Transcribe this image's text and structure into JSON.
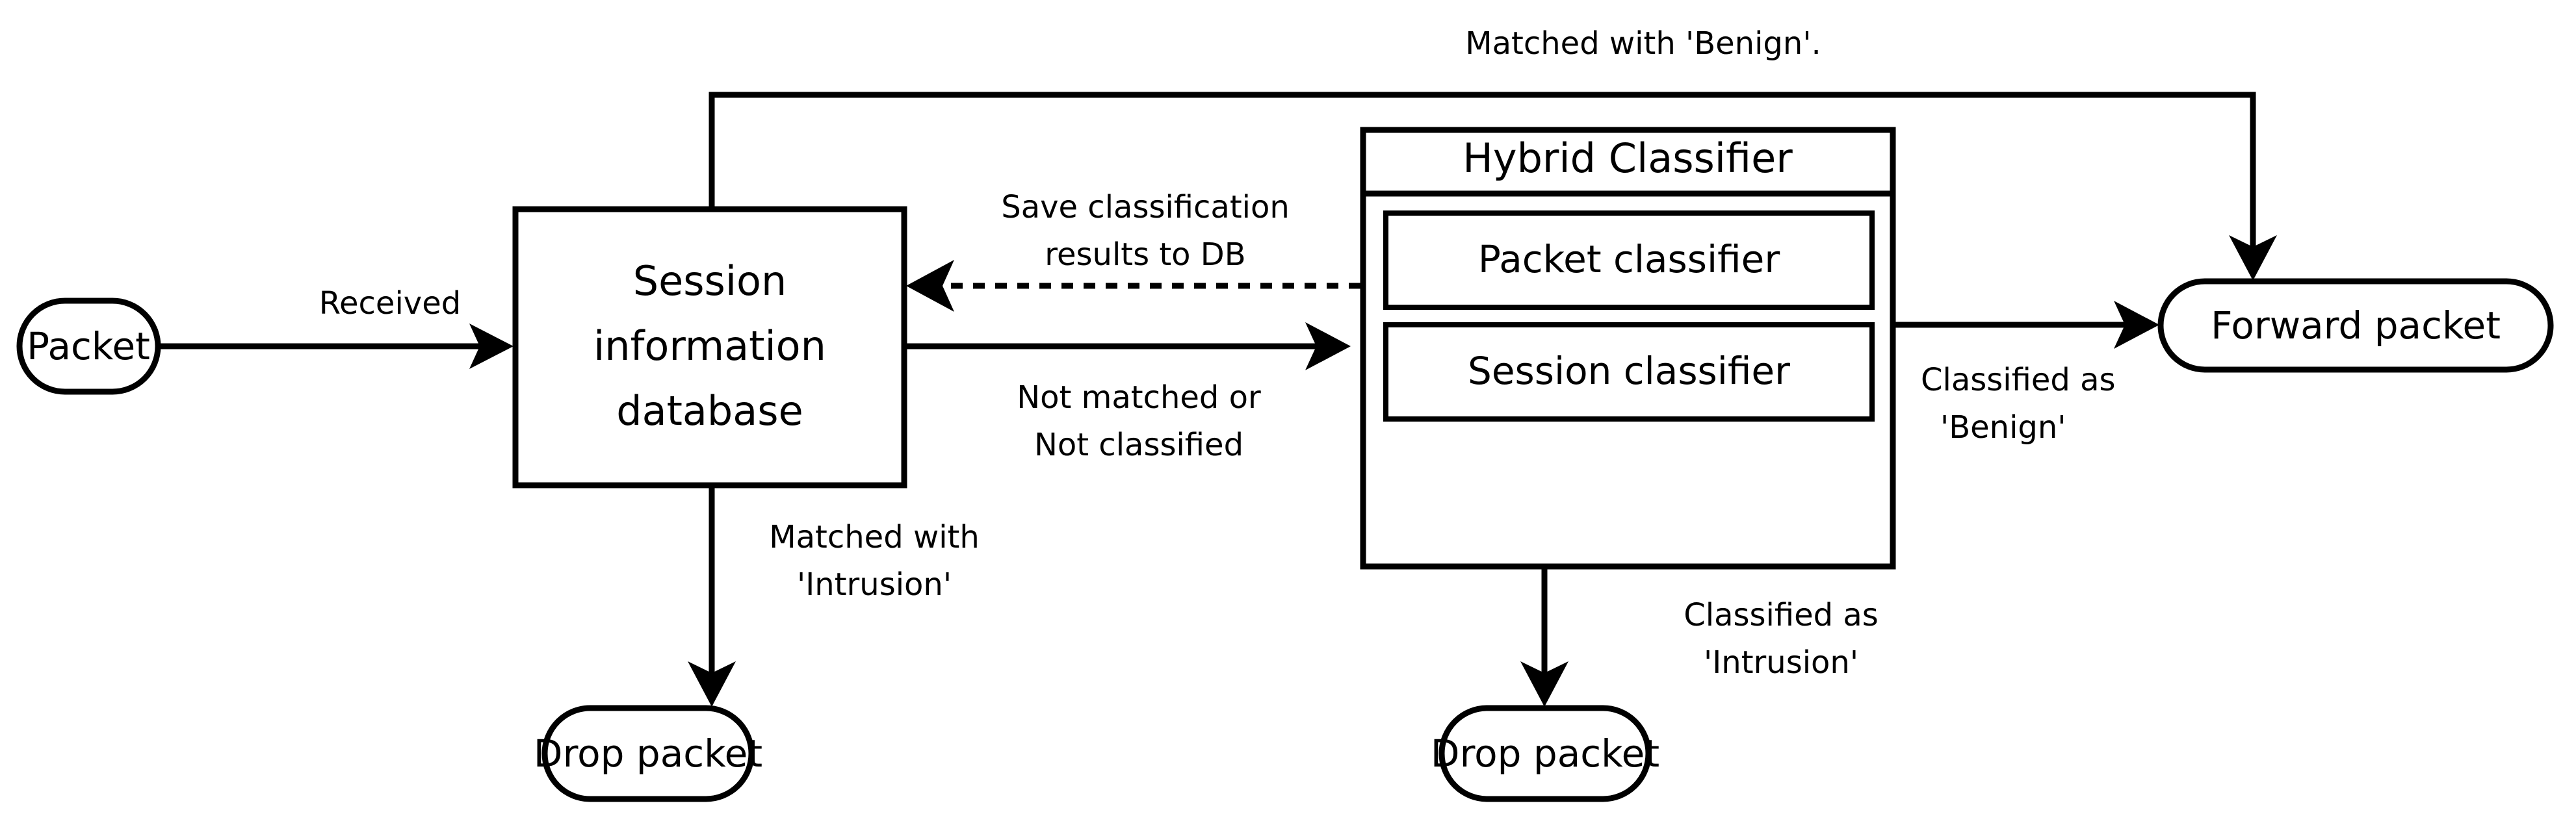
{
  "diagram": {
    "title": "Hybrid intrusion detection packet flow",
    "colors": {
      "stroke": "#000000",
      "background": "#ffffff",
      "text": "#000000"
    },
    "nodes": {
      "packet": {
        "label": "Packet",
        "shape": "stadium"
      },
      "session_db": {
        "label_line1": "Session",
        "label_line2": "information",
        "label_line3": "database",
        "shape": "rectangle"
      },
      "hybrid_classifier": {
        "title": "Hybrid Classifier",
        "shape": "rectangle-container",
        "children": {
          "packet_classifier": {
            "label": "Packet classifier",
            "shape": "rectangle"
          },
          "session_classifier": {
            "label": "Session classifier",
            "shape": "rectangle"
          }
        }
      },
      "drop_packet_left": {
        "label": "Drop packet",
        "shape": "stadium"
      },
      "drop_packet_center": {
        "label": "Drop packet",
        "shape": "stadium"
      },
      "forward_packet": {
        "label": "Forward packet",
        "shape": "stadium"
      }
    },
    "edges": [
      {
        "id": "packet-to-db",
        "from": "packet",
        "to": "session_db",
        "label_line1": "Received",
        "style": "solid",
        "direction": "right"
      },
      {
        "id": "db-to-classifier",
        "from": "session_db",
        "to": "hybrid_classifier",
        "label_line1": "Not matched or",
        "label_line2": "Not classified",
        "style": "solid",
        "direction": "right"
      },
      {
        "id": "classifier-to-db",
        "from": "hybrid_classifier",
        "to": "session_db",
        "label_line1": "Save classification",
        "label_line2": "results to DB",
        "style": "dashed",
        "direction": "left"
      },
      {
        "id": "db-to-drop",
        "from": "session_db",
        "to": "drop_packet_left",
        "label_line1": "Matched with",
        "label_line2": "'Intrusion'",
        "style": "solid",
        "direction": "down"
      },
      {
        "id": "db-to-forward",
        "from": "session_db",
        "to": "forward_packet",
        "label_line1": "Matched with 'Benign'.",
        "style": "solid",
        "direction": "down"
      },
      {
        "id": "classifier-to-forward",
        "from": "hybrid_classifier",
        "to": "forward_packet",
        "label_line1": "Classified as",
        "label_line2": "'Benign'",
        "style": "solid",
        "direction": "right"
      },
      {
        "id": "classifier-to-drop",
        "from": "hybrid_classifier",
        "to": "drop_packet_center",
        "label_line1": "Classified as",
        "label_line2": "'Intrusion'",
        "style": "solid",
        "direction": "down"
      }
    ]
  }
}
